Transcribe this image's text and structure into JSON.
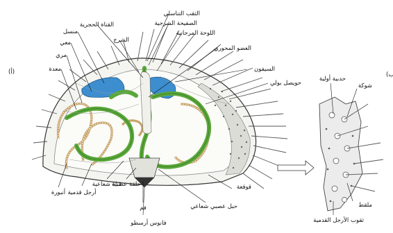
{
  "figure": {
    "panel_a": "(أ)",
    "panel_b": "(ب",
    "labels": {
      "genital_pore": "الثقب التناسلي",
      "madreporite": "الصفيحة الشرجية",
      "stone_canal": "القناة الحجرية",
      "mesentery": "منسل",
      "madreporite_plate": "اللوحة المرجانية",
      "anus": "الشرج",
      "axial_organ": "العضو المحوري",
      "intestine": "معي",
      "esophagus": "مري",
      "siphon": "السيفون",
      "stomach": "معدة",
      "polian_vesicle": "حويصل بولي",
      "ampulla": "أنبورة",
      "tube_feet": "أرجل قدمية",
      "radial_canal": "قناة شعاعية",
      "ring_canal": "حلقة عصبية",
      "mouth": "فم",
      "lantern": "فانوس أرسطو",
      "radial_nerve": "حبل عصبي شعاعي",
      "test": "قوقعة",
      "tubercle": "حدبية أولية",
      "spine": "شوكة",
      "pedicellaria": "ملقط",
      "tube_feet_pores": "ثقوب الأرجل القدمية"
    }
  }
}
